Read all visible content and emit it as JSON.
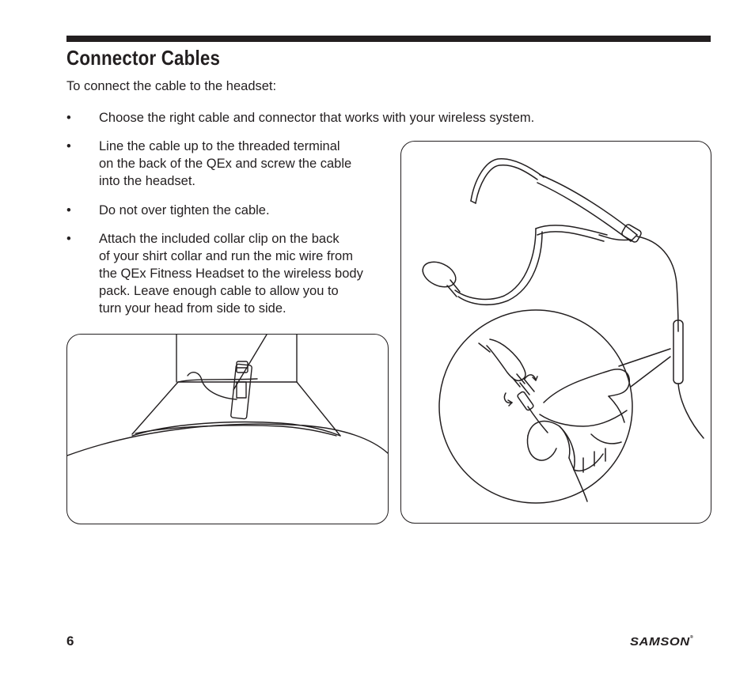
{
  "section_title": "Connector Cables",
  "intro": "To connect the cable to the headset:",
  "bullets": [
    {
      "marker": "•",
      "lines": [
        "Choose the right cable and connector that works with your wireless system."
      ]
    },
    {
      "marker": "•",
      "lines": [
        "Line the cable up to the threaded terminal",
        "on the back of the QEx and screw the cable",
        "into the headset."
      ]
    },
    {
      "marker": "•",
      "lines": [
        "Do not over tighten the cable."
      ]
    },
    {
      "marker": "•",
      "lines": [
        "Attach the included collar clip on the back",
        "of your shirt collar and run the mic wire from",
        "the QEx Fitness Headset to the wireless body",
        "pack. Leave enough cable to allow you to",
        "turn your head from side to side."
      ]
    }
  ],
  "page_number": "6",
  "brand": "SAMSON",
  "colors": {
    "ink": "#231f20",
    "paper": "#ffffff"
  }
}
